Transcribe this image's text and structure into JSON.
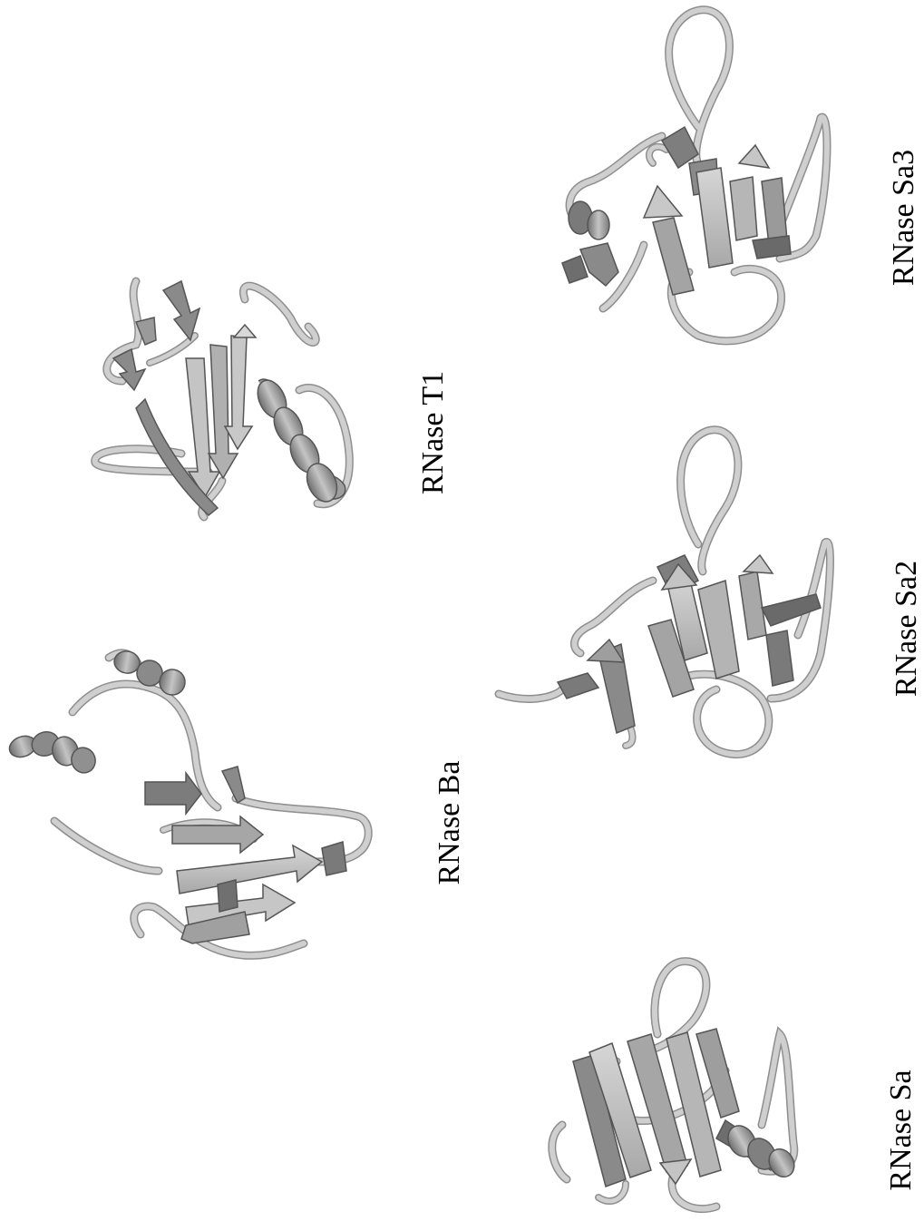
{
  "labels": {
    "t1": "RNase T1",
    "ba": "RNase Ba",
    "sa3": "RNase Sa3",
    "sa2": "RNase Sa2",
    "sa": "RNase Sa"
  },
  "colors": {
    "background": "#ffffff",
    "coil": "#c8c8c8",
    "coil_edge": "#8e8e8e",
    "strand_light": "#c2c2c2",
    "strand_dark": "#7a7a7a",
    "helix_light": "#b8b8b8",
    "helix_dark": "#707070",
    "text": "#000000"
  }
}
